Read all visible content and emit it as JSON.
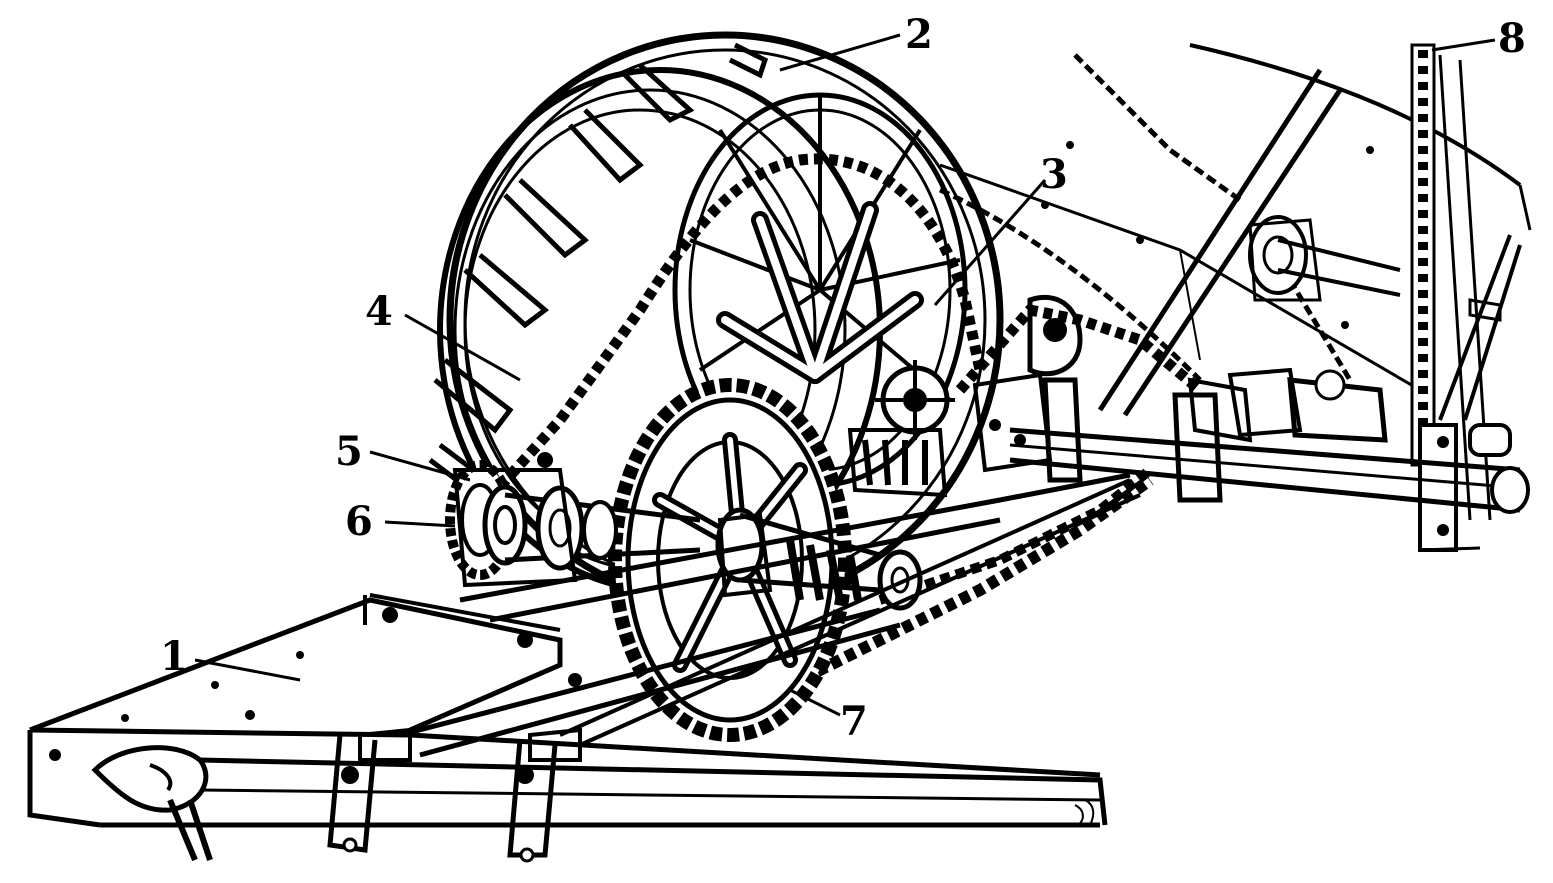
{
  "diagram": {
    "colors": {
      "ink": "#000000",
      "paper": "#ffffff"
    },
    "callouts": [
      {
        "id": "1",
        "text": "1"
      },
      {
        "id": "2",
        "text": "2"
      },
      {
        "id": "3",
        "text": "3"
      },
      {
        "id": "4",
        "text": "4"
      },
      {
        "id": "5",
        "text": "5"
      },
      {
        "id": "6",
        "text": "6"
      },
      {
        "id": "7",
        "text": "7"
      },
      {
        "id": "8",
        "text": "8"
      }
    ]
  }
}
